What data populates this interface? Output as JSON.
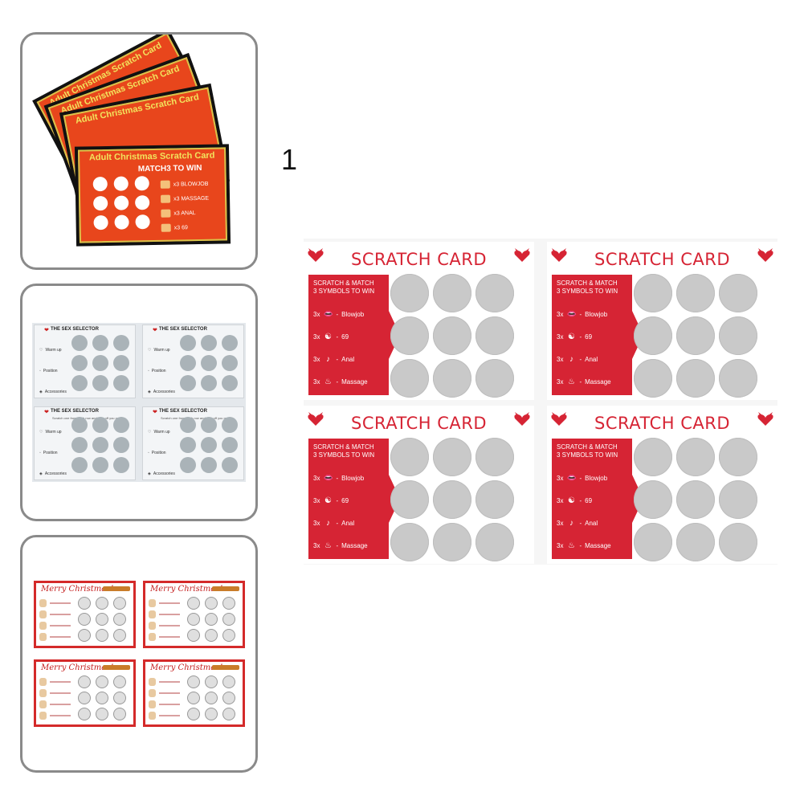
{
  "counter": "1",
  "thumb1": {
    "card_title": "Adult Christmas Scratch Card",
    "match_label": "MATCH3 TO WIN",
    "legend": [
      "x3 BLOWJOB",
      "x3 MASSAGE",
      "x3 ANAL",
      "x3 69"
    ],
    "card_count": 4
  },
  "thumb2": {
    "card_title": "THE SEX SELECTOR",
    "subtitle": "Scratch one from each row and then off you go!",
    "rows": [
      "Warm up",
      "Position",
      "Accessories"
    ],
    "card_count": 4
  },
  "thumb3": {
    "card_title": "Merry Christmas!",
    "card_count": 4
  },
  "main": {
    "title": "SCRATCH CARD",
    "instructions_line1": "SCRATCH & MATCH",
    "instructions_line2": "3 SYMBOLS TO WIN",
    "symbols": [
      {
        "count": "3x",
        "icon": "lips-icon",
        "glyph": "👄",
        "label": "Blowjob"
      },
      {
        "count": "3x",
        "icon": "yin-yang-icon",
        "glyph": "☯",
        "label": "69"
      },
      {
        "count": "3x",
        "icon": "peach-icon",
        "glyph": "♪",
        "label": "Anal"
      },
      {
        "count": "3x",
        "icon": "lotion-bottle-icon",
        "glyph": "♨",
        "label": "Massage"
      }
    ],
    "colors": {
      "accent": "#d62434",
      "scratch": "#c9c9c9"
    }
  }
}
